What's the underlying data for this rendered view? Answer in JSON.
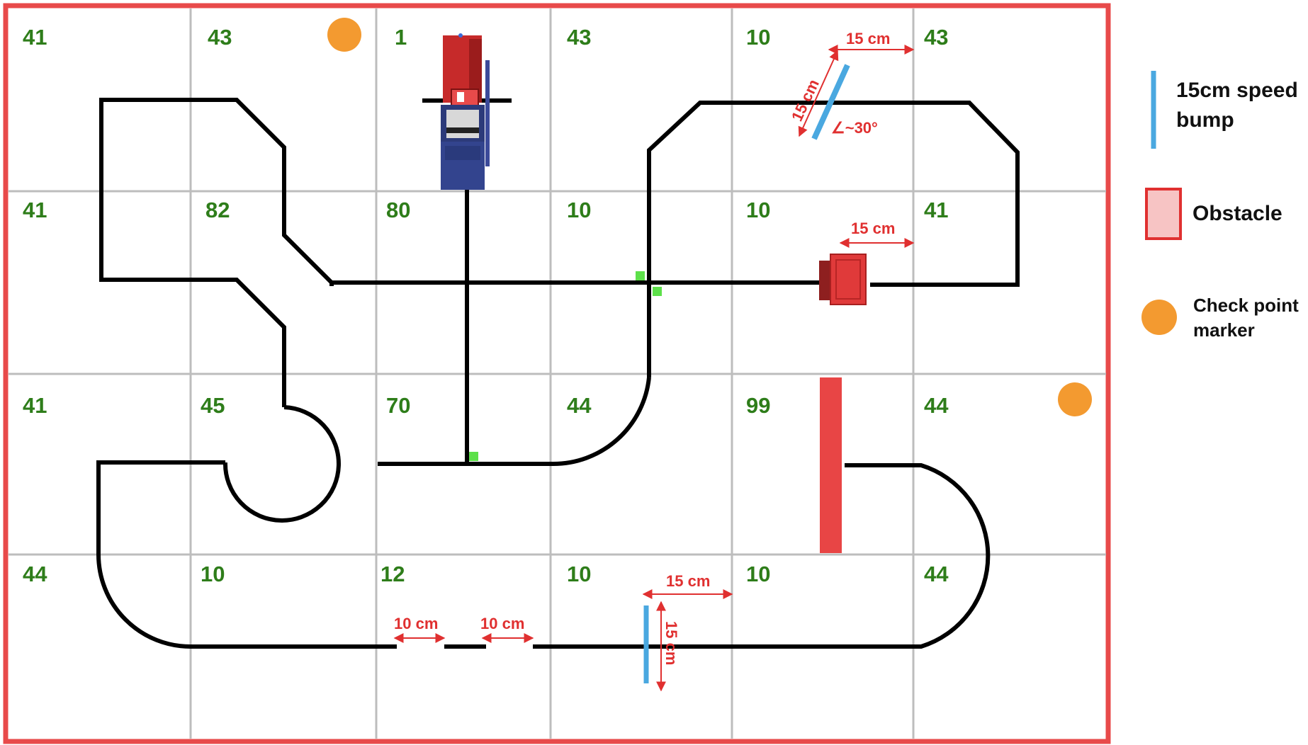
{
  "grid_numbers": [
    [
      "41",
      "43",
      "1",
      "43",
      "10",
      "43"
    ],
    [
      "41",
      "82",
      "80",
      "10",
      "10",
      "41"
    ],
    [
      "41",
      "45",
      "70",
      "44",
      "99",
      "44"
    ],
    [
      "44",
      "10",
      "12",
      "10",
      "10",
      "44"
    ]
  ],
  "dimensions": {
    "bump_top_width": "15 cm",
    "bump_top_length": "15 cm",
    "bump_top_angle": "∠~30°",
    "obstacle_width": "15 cm",
    "gap_1": "10 cm",
    "gap_2": "10 cm",
    "bump_bottom_width": "15 cm",
    "bump_bottom_length": "15 cm"
  },
  "legend": {
    "speed_bump_line1": "15cm speed",
    "speed_bump_line2": "bump",
    "obstacle": "Obstacle",
    "checkpoint_line1": "Check point",
    "checkpoint_line2": "marker"
  },
  "colors": {
    "border": "#e84a4a",
    "track": "#000000",
    "grid": "#bdbdbd",
    "number": "#2e7d1a",
    "dimension": "#e03030",
    "speed_bump": "#4aa8e0",
    "obstacle": "#e03a3a",
    "obstacle_legend_fill": "#f7c4c4",
    "checkpoint": "#f39a30",
    "green_marker": "#5de04a"
  },
  "icons": {
    "vehicle": "toy-truck-icon",
    "checkpoint": "orange-circle",
    "obstacle": "red-box",
    "speed_bump": "blue-bar"
  }
}
